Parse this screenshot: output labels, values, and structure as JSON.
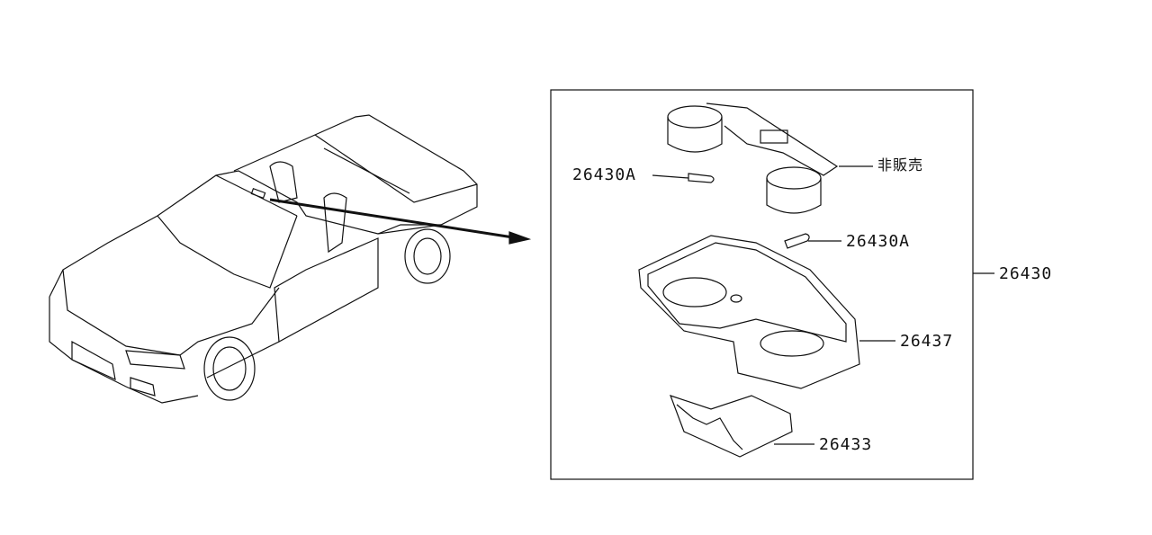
{
  "diagram": {
    "colors": {
      "line": "#111111",
      "background": "#ffffff"
    },
    "callouts": {
      "bulb_upper": "26430A",
      "not_for_sale": "非販売",
      "bulb_lower": "26430A",
      "assembly": "26430",
      "housing": "26437",
      "lens": "26433"
    }
  }
}
